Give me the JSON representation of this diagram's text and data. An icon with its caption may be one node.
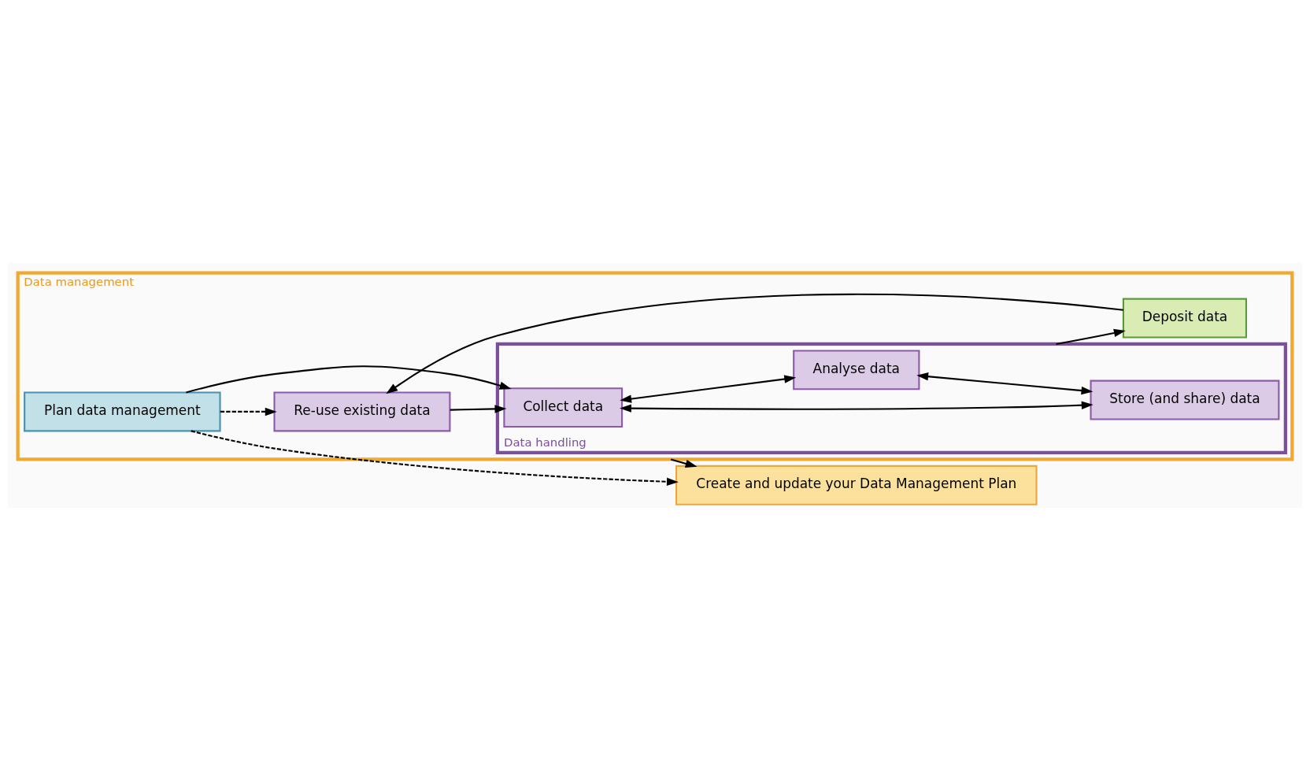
{
  "diagram": {
    "nodes": [
      {
        "text": [
          "Data management"
        ]
      },
      {
        "text": [
          "Plan data management"
        ],
        "in": 0
      },
      {
        "text": [
          "Re-use existing data"
        ],
        "in": 0
      },
      {
        "text": [
          "Data handling"
        ],
        "in": 0
      },
      {
        "text": [
          "Collect data"
        ],
        "in": 3
      },
      {
        "text": [
          "Analyse data"
        ],
        "in": 3
      },
      {
        "text": [
          "Store (and share) data"
        ],
        "in": 3
      },
      {
        "text": [
          "Deposit data"
        ],
        "in": 0
      },
      {
        "text": [
          "Create and update your Data Management Plan"
        ]
      }
    ],
    "edges": [
      {
        "from": 1,
        "to": 2,
        "arrow": "to",
        "style": "dashed"
      },
      {
        "from": 1,
        "to": 4,
        "arrow": "to"
      },
      {
        "from": 2,
        "to": 4,
        "arrow": "to"
      },
      {
        "from": 4,
        "to": 5,
        "arrow": "both"
      },
      {
        "from": 4,
        "to": 6,
        "arrow": "both"
      },
      {
        "from": 5,
        "to": 6,
        "arrow": "both"
      },
      {
        "from": 3,
        "to": 7,
        "arrow": "to"
      },
      {
        "from": 7,
        "to": 2,
        "arrow": "to"
      },
      {
        "from": 0,
        "to": 8,
        "arrow": "to"
      },
      {
        "from": 1,
        "to": 8,
        "arrow": "to",
        "style": "dashed"
      }
    ]
  }
}
